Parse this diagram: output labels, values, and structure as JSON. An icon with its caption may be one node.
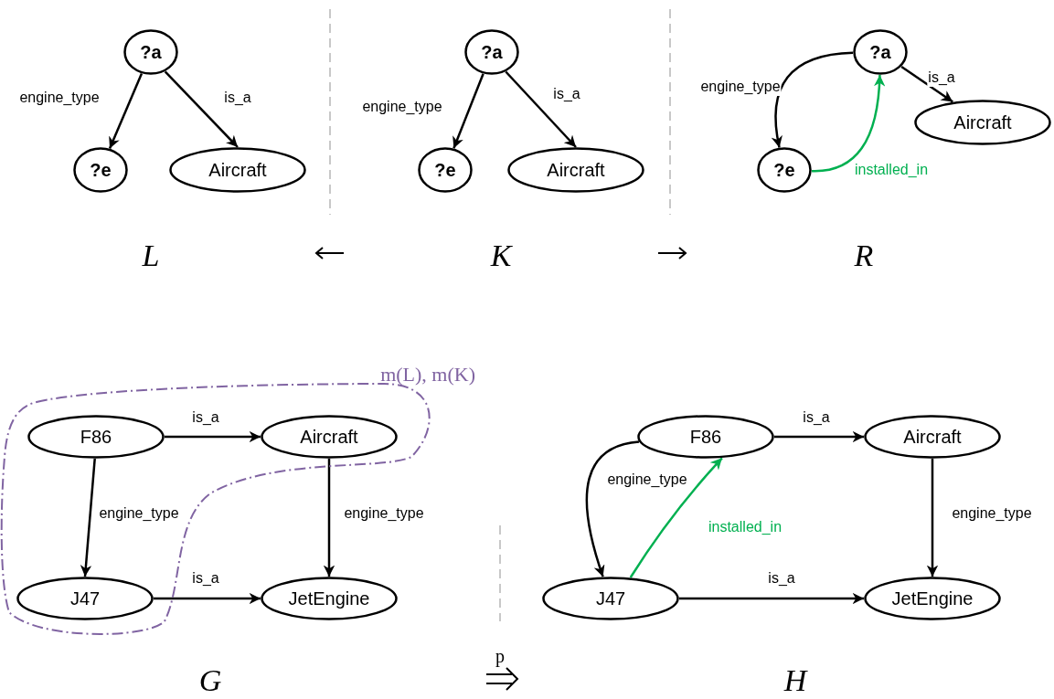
{
  "diagram": {
    "nodes": [
      {
        "text": [
          "?a"
        ]
      },
      {
        "text": [
          "?e"
        ]
      },
      {
        "text": [
          "Aircraft"
        ]
      },
      {
        "text": [
          "?a"
        ]
      },
      {
        "text": [
          "?e"
        ]
      },
      {
        "text": [
          "Aircraft"
        ]
      },
      {
        "text": [
          "?a"
        ]
      },
      {
        "text": [
          "Aircraft"
        ]
      },
      {
        "text": [
          "?e"
        ]
      },
      {
        "text": [
          "m(L), m(K)"
        ]
      },
      {
        "text": [
          "F86"
        ],
        "in": 9
      },
      {
        "text": [
          "Aircraft"
        ],
        "in": 9
      },
      {
        "text": [
          "J47"
        ],
        "in": 9
      },
      {
        "text": [
          "JetEngine"
        ]
      },
      {
        "text": [
          "F86"
        ]
      },
      {
        "text": [
          "Aircraft"
        ]
      },
      {
        "text": [
          "J47"
        ]
      },
      {
        "text": [
          "JetEngine"
        ]
      }
    ],
    "edges": [
      {
        "from": 0,
        "to": 1,
        "arrow": "to",
        "label": "engine_type"
      },
      {
        "from": 0,
        "to": 2,
        "arrow": "to",
        "label": "is_a"
      },
      {
        "from": 3,
        "to": 4,
        "arrow": "to",
        "label": "engine_type"
      },
      {
        "from": 3,
        "to": 5,
        "arrow": "to",
        "label": "is_a"
      },
      {
        "from": 6,
        "to": 8,
        "arrow": "to",
        "label": "engine_type"
      },
      {
        "from": 6,
        "to": 7,
        "arrow": "to",
        "label": "is_a"
      },
      {
        "from": 8,
        "to": 6,
        "arrow": "to",
        "label": "installed_in",
        "color": "#00b050"
      },
      {
        "from": 10,
        "to": 11,
        "arrow": "to",
        "label": "is_a"
      },
      {
        "from": 10,
        "to": 12,
        "arrow": "to",
        "label": "engine_type"
      },
      {
        "from": 11,
        "to": 13,
        "arrow": "to",
        "label": "engine_type"
      },
      {
        "from": 12,
        "to": 13,
        "arrow": "to",
        "label": "is_a"
      },
      {
        "from": 14,
        "to": 15,
        "arrow": "to",
        "label": "is_a"
      },
      {
        "from": 14,
        "to": 16,
        "arrow": "to",
        "label": "engine_type"
      },
      {
        "from": 15,
        "to": 17,
        "arrow": "to",
        "label": "engine_type"
      },
      {
        "from": 16,
        "to": 17,
        "arrow": "to",
        "label": "is_a"
      },
      {
        "from": 16,
        "to": 14,
        "arrow": "to",
        "label": "installed_in",
        "color": "#00b050"
      }
    ],
    "labels": [
      "L",
      "K",
      "R",
      "p",
      "G",
      "H"
    ]
  }
}
